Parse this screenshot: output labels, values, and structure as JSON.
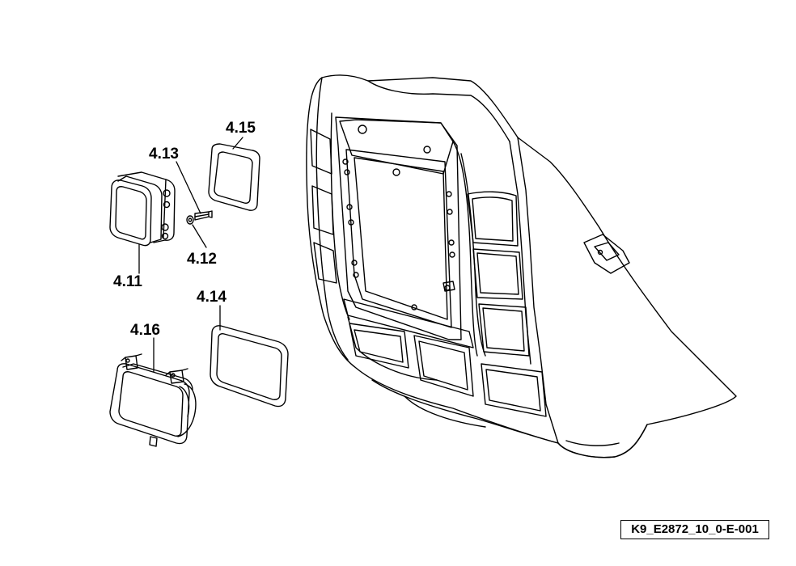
{
  "callouts": {
    "c411": "4.11",
    "c412": "4.12",
    "c413": "4.13",
    "c414": "4.14",
    "c415": "4.15",
    "c416": "4.16"
  },
  "reference_code": "K9_E2872_10_0-E-001",
  "colors": {
    "line": "#000000",
    "background": "#ffffff"
  }
}
